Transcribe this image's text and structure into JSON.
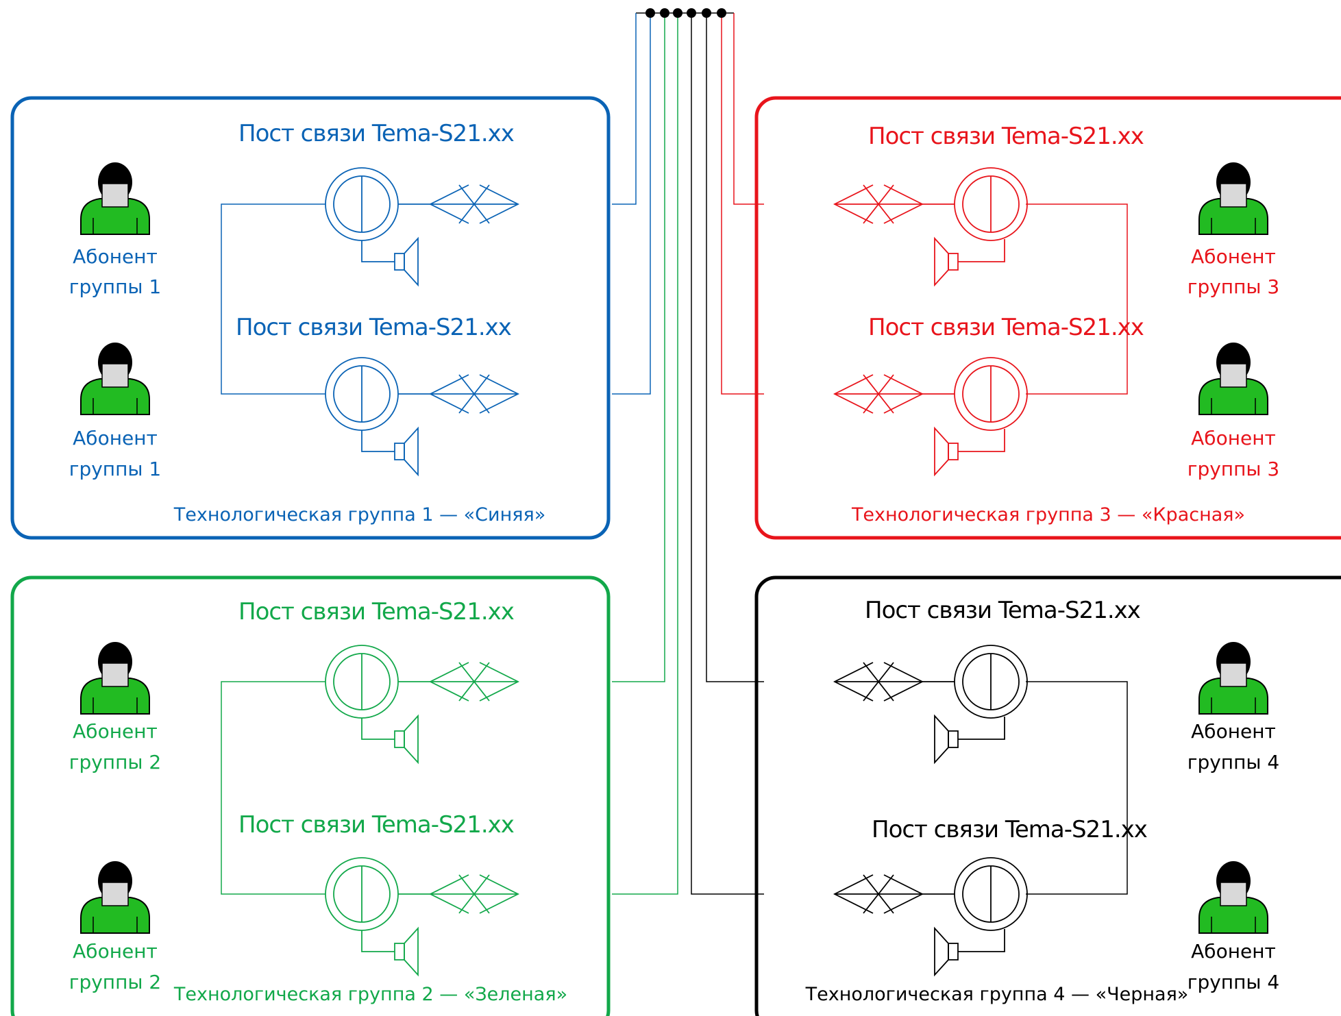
{
  "groups": [
    {
      "id": "blue",
      "color": "#0a63b5",
      "caption": "Технологическая группа 1 — «Синяя»",
      "posts": [
        {
          "title": "Пост связи Tema-S21.xx",
          "subscriber_line1": "Абонент",
          "subscriber_line2": "группы 1"
        },
        {
          "title": "Пост связи Tema-S21.xx",
          "subscriber_line1": "Абонент",
          "subscriber_line2": "группы 1"
        }
      ]
    },
    {
      "id": "red",
      "color": "#e8141b",
      "caption": "Технологическая группа 3 — «Красная»",
      "posts": [
        {
          "title": "Пост связи Tema-S21.xx",
          "subscriber_line1": "Абонент",
          "subscriber_line2": "группы 3"
        },
        {
          "title": "Пост связи Tema-S21.xx",
          "subscriber_line1": "Абонент",
          "subscriber_line2": "группы 3"
        }
      ]
    },
    {
      "id": "green",
      "color": "#12a84a",
      "caption": "Технологическая группа 2 — «Зеленая»",
      "posts": [
        {
          "title": "Пост связи Tema-S21.xx",
          "subscriber_line1": "Абонент",
          "subscriber_line2": "группы 2"
        },
        {
          "title": "Пост связи Tema-S21.xx",
          "subscriber_line1": "Абонент",
          "subscriber_line2": "группы 2"
        }
      ]
    },
    {
      "id": "black",
      "color": "#000000",
      "caption": "Технологическая группа 4 — «Черная»",
      "posts": [
        {
          "title": "Пост связи Tema-S21.xx",
          "subscriber_line1": "Абонент",
          "subscriber_line2": "группы 4"
        },
        {
          "title": "Пост связи Tema-S21.xx",
          "subscriber_line1": "Абонент",
          "subscriber_line2": "группы 4"
        }
      ]
    }
  ],
  "icons": {
    "subscriber": "person-icon",
    "post": "intercom-post-icon",
    "speaker": "loudspeaker-icon",
    "link": "bidirectional-link-icon",
    "junction": "bus-junction-node-icon"
  },
  "colors": {
    "person_body": "#22bb22",
    "person_face": "#d9d9d9",
    "person_hair": "#000000",
    "bus_dot": "#000000"
  }
}
